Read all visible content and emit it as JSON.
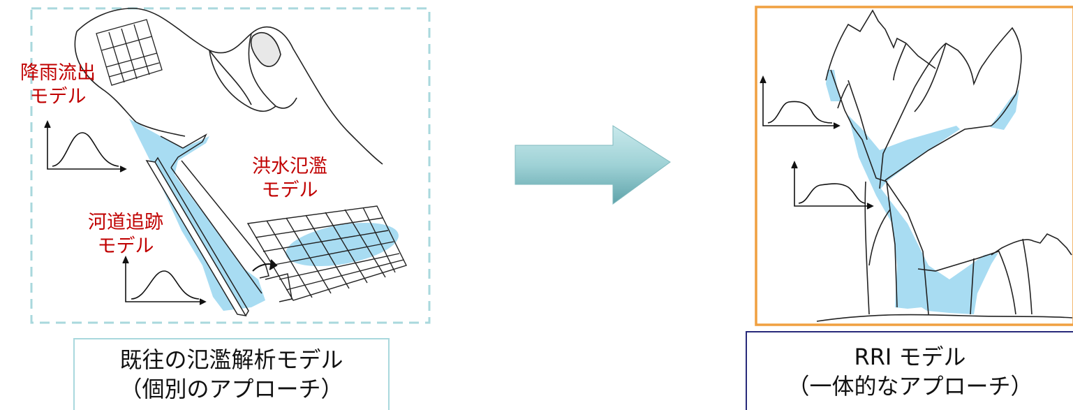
{
  "left_panel": {
    "labels": {
      "rainfall_runoff": [
        "降雨流出",
        "モデル"
      ],
      "river_routing": [
        "河道追跡",
        "モデル"
      ],
      "flood_inundation": [
        "洪水氾濫",
        "モデル"
      ]
    },
    "caption": [
      "既往の氾濫解析モデル",
      "（個別のアプローチ）"
    ]
  },
  "right_panel": {
    "caption": [
      "RRI モデル",
      "（一体的なアプローチ）"
    ]
  },
  "colors": {
    "water": "#a8dcf2",
    "left_frame": "#a9d8dd",
    "right_frame": "#f0a040",
    "right_caption_border": "#27297a",
    "label_red": "#c00000",
    "arrow": "#9cd0d4"
  }
}
